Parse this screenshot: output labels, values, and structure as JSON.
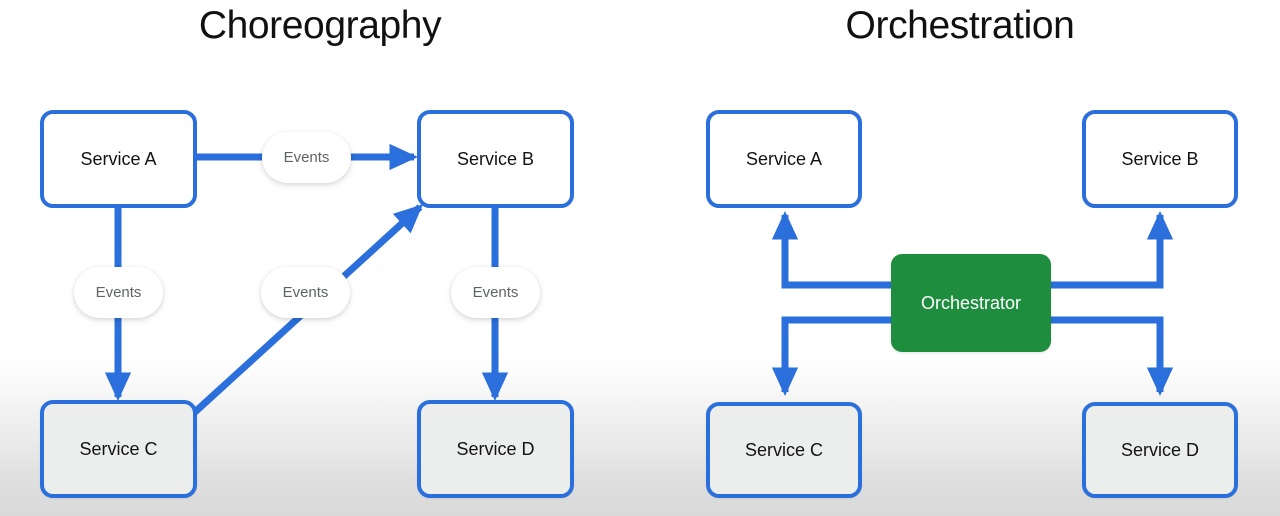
{
  "diagram": {
    "title_left": "Choreography",
    "title_right": "Orchestration",
    "accent_blue": "#2a6fdb",
    "accent_green": "#1e8e3e",
    "pill_text_color": "#5f6368",
    "node_text_color": "#131313"
  },
  "choreography": {
    "title": "Choreography",
    "nodes": [
      {
        "id": "a",
        "label": "Service A"
      },
      {
        "id": "b",
        "label": "Service B"
      },
      {
        "id": "c",
        "label": "Service C"
      },
      {
        "id": "d",
        "label": "Service D"
      }
    ],
    "edges": [
      {
        "id": "a-b",
        "from": "Service A",
        "to": "Service B",
        "label": "Events"
      },
      {
        "id": "a-c",
        "from": "Service A",
        "to": "Service C",
        "label": "Events"
      },
      {
        "id": "c-b",
        "from": "Service C",
        "to": "Service B",
        "label": "Events"
      },
      {
        "id": "b-d",
        "from": "Service B",
        "to": "Service D",
        "label": "Events"
      }
    ],
    "pill_labels": {
      "a_to_b": "Events",
      "a_to_c": "Events",
      "c_to_b": "Events",
      "b_to_d": "Events"
    }
  },
  "orchestration": {
    "title": "Orchestration",
    "orchestrator_label": "Orchestrator",
    "nodes": [
      {
        "id": "a",
        "label": "Service A"
      },
      {
        "id": "b",
        "label": "Service B"
      },
      {
        "id": "c",
        "label": "Service C"
      },
      {
        "id": "d",
        "label": "Service D"
      }
    ],
    "edges": [
      {
        "id": "o-a",
        "from": "Orchestrator",
        "to": "Service A"
      },
      {
        "id": "o-b",
        "from": "Orchestrator",
        "to": "Service B"
      },
      {
        "id": "o-c",
        "from": "Orchestrator",
        "to": "Service C"
      },
      {
        "id": "o-d",
        "from": "Orchestrator",
        "to": "Service D"
      }
    ]
  }
}
